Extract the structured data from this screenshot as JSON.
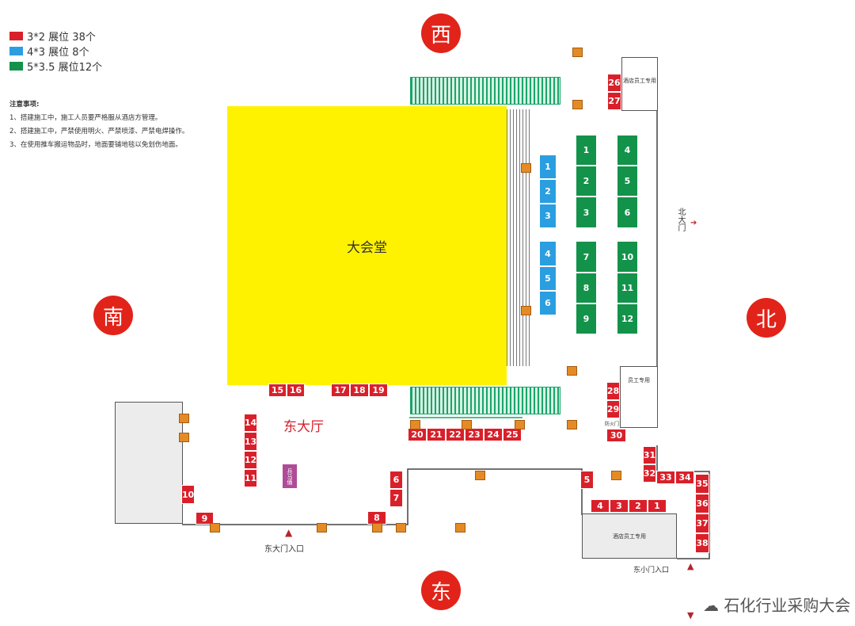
{
  "legend": [
    {
      "label": "3*2 展位 38个",
      "color": "#d9202a"
    },
    {
      "label": "4*3 展位 8个",
      "color": "#2a9ee0"
    },
    {
      "label": "5*3.5 展位12个",
      "color": "#13924a"
    }
  ],
  "notes": {
    "title": "注意事项:",
    "items": [
      "1、搭建施工中，施工人员要严格服从酒店方管理。",
      "2、搭建施工中，严禁使用明火、严禁喷漆、严禁电焊操作。",
      "3、在使用推车搬运物品时，地面要铺地毯以免划伤地面。"
    ]
  },
  "compass": {
    "west": "西",
    "south": "南",
    "north": "北",
    "east": "东"
  },
  "areas": {
    "main_hall": "大会堂",
    "east_hall": "东大厅",
    "terracotta": "兵马俑",
    "hotel_staff_top": "酒店员工专用",
    "staff_only": "员工专用",
    "fire_door": "防火门",
    "hotel_staff_bottom": "酒店员工专用",
    "north_gate": "北大门",
    "east_gate": "东大门入口",
    "east_small_gate": "东小门入口"
  },
  "booths": {
    "red": [
      "1",
      "2",
      "3",
      "4",
      "5",
      "6",
      "7",
      "8",
      "9",
      "10",
      "11",
      "12",
      "13",
      "14",
      "15",
      "16",
      "17",
      "18",
      "19",
      "20",
      "21",
      "22",
      "23",
      "24",
      "25",
      "26",
      "27",
      "28",
      "29",
      "30",
      "31",
      "32",
      "33",
      "34",
      "35",
      "36",
      "37",
      "38"
    ],
    "blue": [
      "1",
      "2",
      "3",
      "4",
      "5",
      "6"
    ],
    "green": [
      "1",
      "2",
      "3",
      "4",
      "5",
      "6",
      "7",
      "8",
      "9",
      "10",
      "11",
      "12"
    ]
  },
  "colors": {
    "red": "#d9202a",
    "blue": "#2a9ee0",
    "green": "#13924a",
    "hall": "#fff200",
    "compass": "#e2231a"
  },
  "watermark": "石化行业采购大会"
}
